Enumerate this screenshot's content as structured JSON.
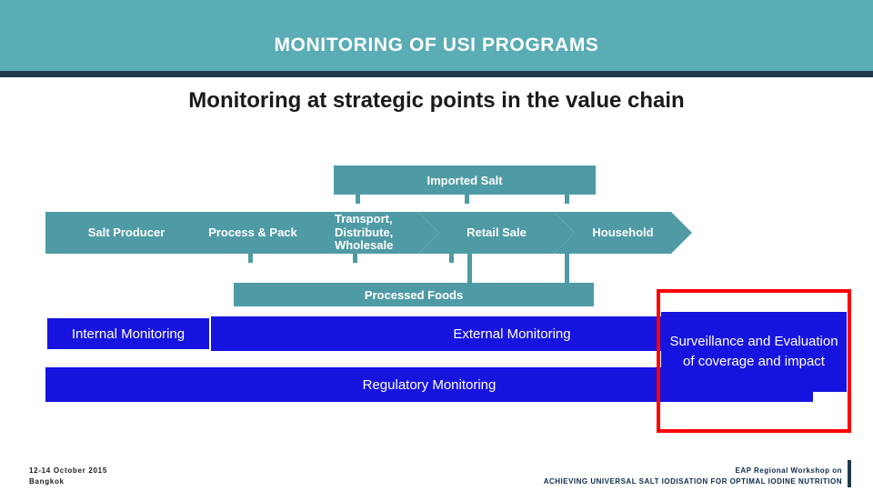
{
  "header": {
    "title": "MONITORING OF USI PROGRAMS"
  },
  "subtitle": "Monitoring at strategic points in the value chain",
  "value_chain": {
    "steps": [
      {
        "label": "Salt Producer"
      },
      {
        "label": "Process & Pack"
      },
      {
        "label": "Transport, Distribute, Wholesale"
      },
      {
        "label": "Retail Sale"
      },
      {
        "label": "Household"
      }
    ],
    "inflow_banner": "Imported Salt",
    "outflow_banner": "Processed Foods"
  },
  "monitoring": {
    "internal": "Internal Monitoring",
    "external": "External Monitoring",
    "regulatory": "Regulatory Monitoring",
    "callout": "Surveillance and Evaluation of coverage and impact"
  },
  "footer": {
    "left_line1": "12-14 October 2015",
    "left_line2": "Bangkok",
    "right_line1": "EAP Regional Workshop on",
    "right_line2": "ACHIEVING UNIVERSAL SALT IODISATION FOR OPTIMAL IODINE NUTRITION"
  },
  "colors": {
    "header_teal": "#5aacb5",
    "chevron_teal": "#4f9ba5",
    "bar_blue": "#1714e0",
    "callout_red": "#ff0000",
    "dark_navy": "#20374d"
  }
}
